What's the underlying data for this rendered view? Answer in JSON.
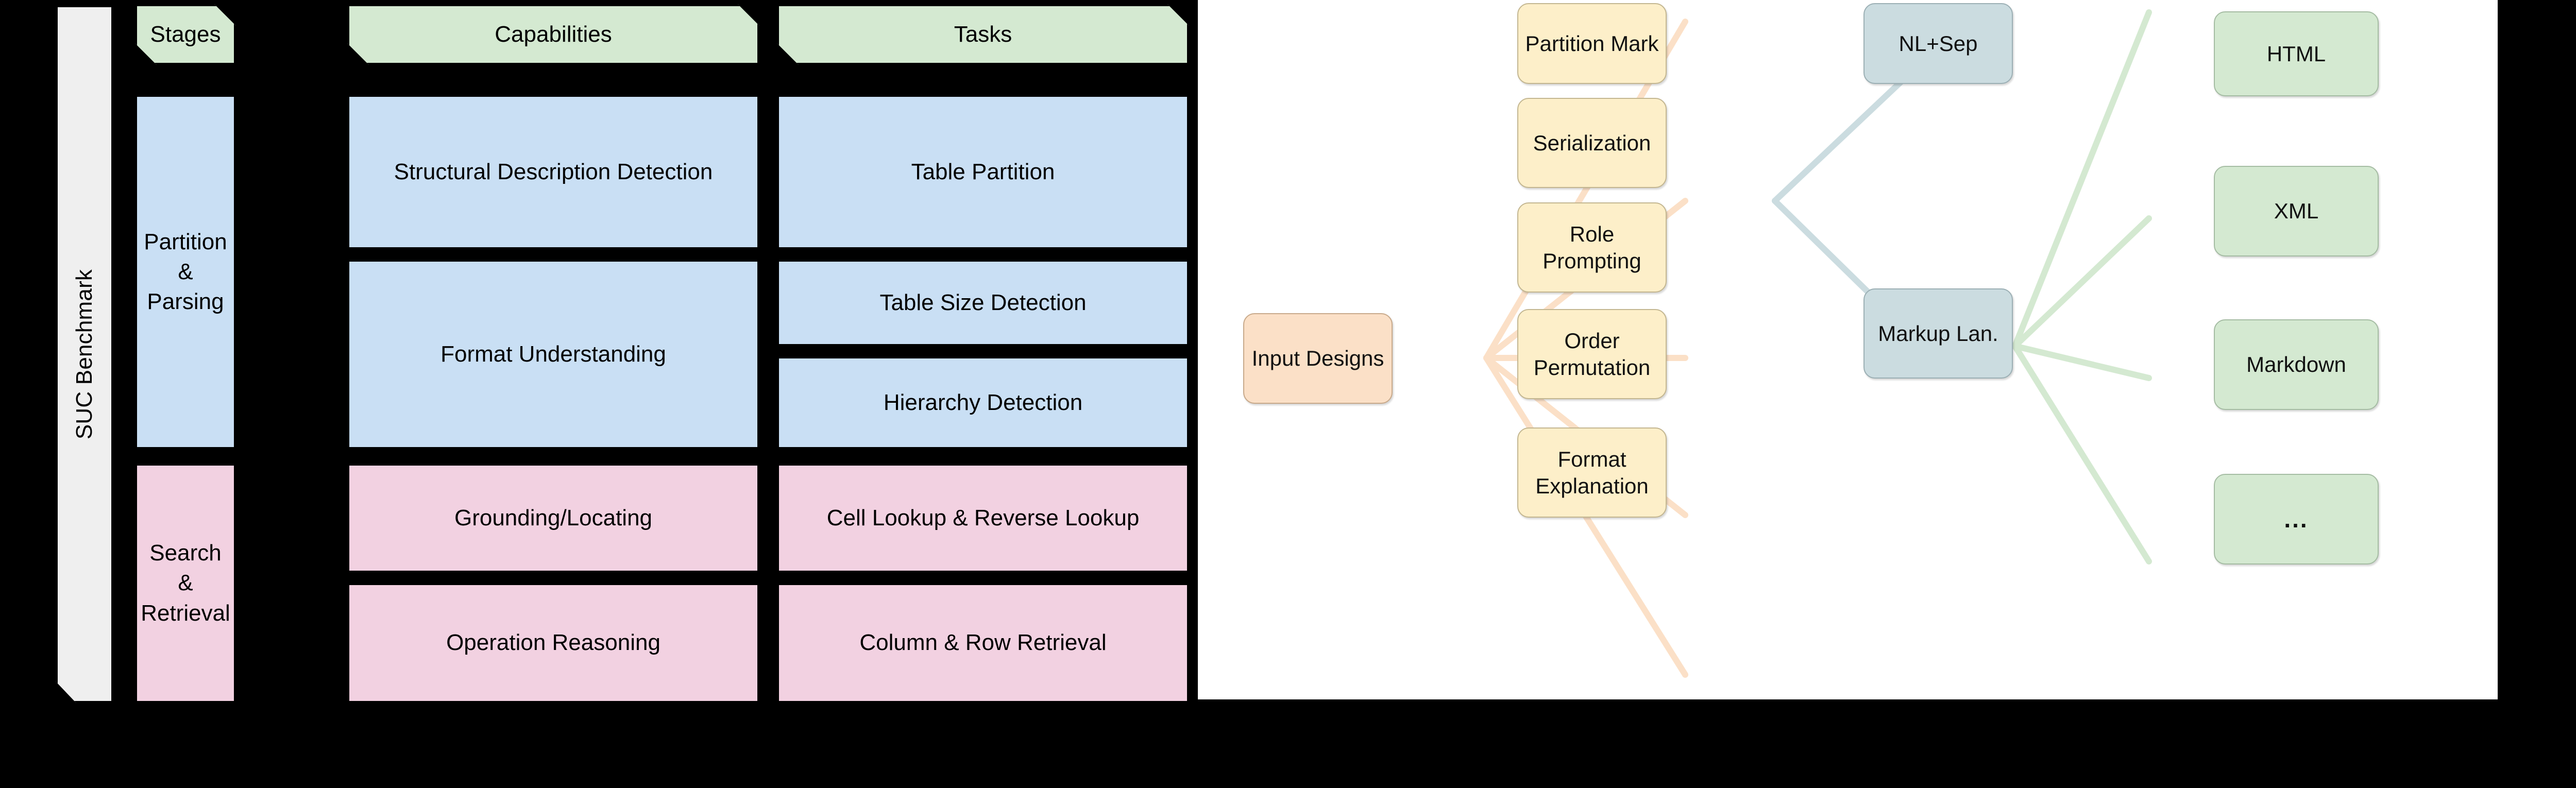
{
  "left_panel": {
    "side_label": "SUC Benchmark",
    "column_headers": [
      {
        "label": "Stages"
      },
      {
        "label": "Capabilities"
      },
      {
        "label": "Tasks"
      }
    ],
    "groups": [
      {
        "stage": "Partition & Parsing",
        "color": "blue",
        "capabilities": [
          {
            "label": "Structural Description Detection"
          },
          {
            "label": "Format Understanding"
          }
        ],
        "tasks": [
          {
            "label": "Table Partition"
          },
          {
            "label": "Table Size Detection"
          },
          {
            "label": "Hierarchy Detection"
          }
        ]
      },
      {
        "stage": "Search & Retrieval",
        "color": "pink",
        "capabilities": [
          {
            "label": "Grounding/Locating"
          },
          {
            "label": "Operation Reasoning"
          }
        ],
        "tasks": [
          {
            "label": "Cell Lookup & Reverse Lookup"
          },
          {
            "label": "Column & Row Retrieval"
          }
        ]
      }
    ]
  },
  "right_panel": {
    "root": {
      "label": "Input Designs"
    },
    "designs": [
      {
        "label": "Partition Mark"
      },
      {
        "label": "Serialization"
      },
      {
        "label": "Role Prompting"
      },
      {
        "label": "Order Permutation"
      },
      {
        "label": "Format Explanation"
      }
    ],
    "serialization_kinds": [
      {
        "label": "NL+Sep"
      },
      {
        "label": "Markup Lan."
      }
    ],
    "markup_formats": [
      {
        "label": "HTML"
      },
      {
        "label": "XML"
      },
      {
        "label": "Markdown"
      },
      {
        "label": "..."
      }
    ]
  },
  "colors": {
    "background": "#000000",
    "panel_background": "#FFFFFF",
    "header_green": "#D4E9D1",
    "stage_blue": "#C9DFF4",
    "stage_pink": "#F2D1E1",
    "band_gray": "#EFEFEF",
    "node_peach": "#FBE0C7",
    "node_yellow": "#FDEFC9",
    "node_steel": "#CBDCE0",
    "node_mint": "#D4E9D1",
    "edge_peach": "#FBE0C7",
    "edge_steel": "#CBDCE0",
    "edge_mint": "#D4E9D1",
    "outline": "#000000"
  }
}
